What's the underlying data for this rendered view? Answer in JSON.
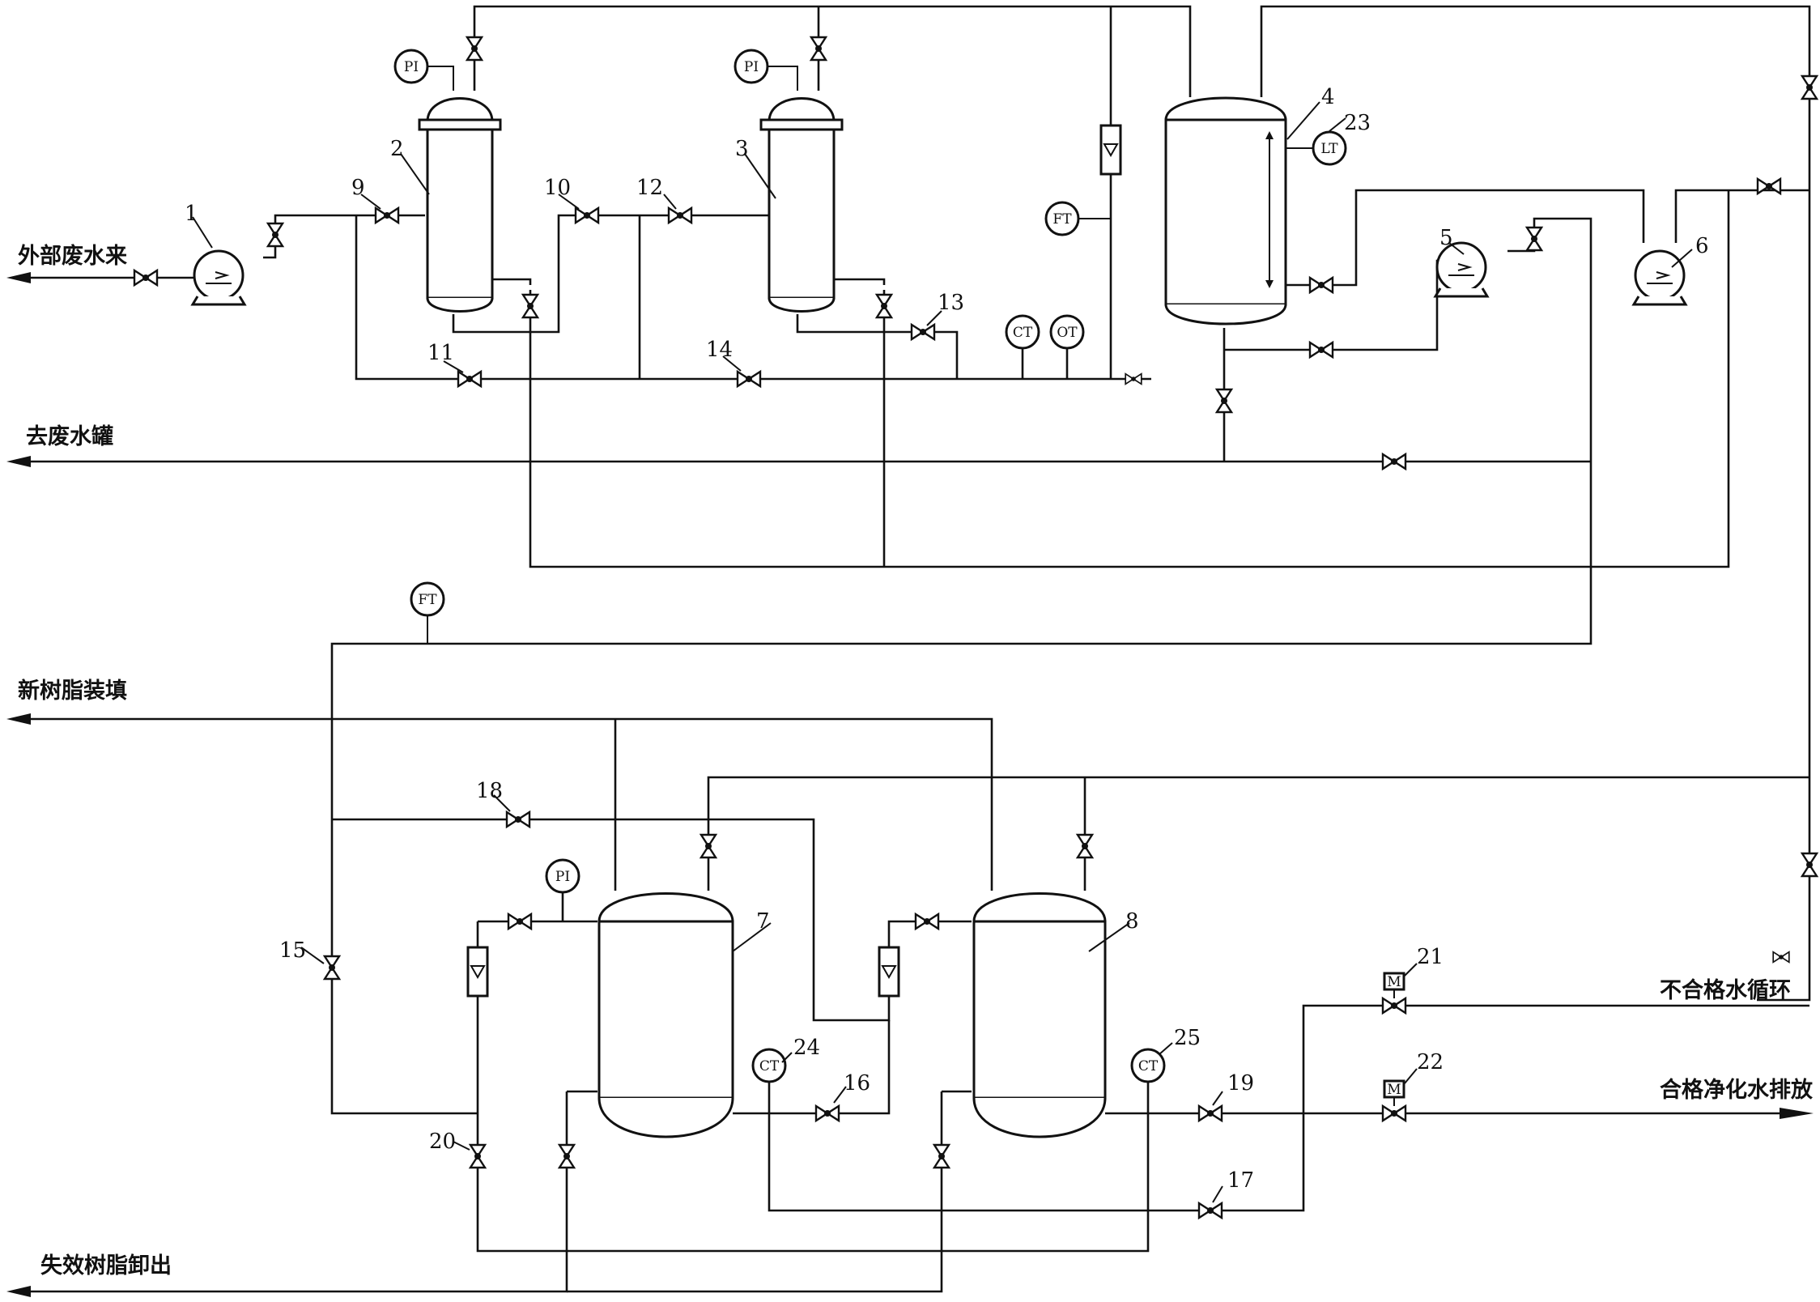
{
  "labels": {
    "external_wastewater": "外部废水来",
    "to_wastewater_tank": "去废水罐",
    "new_resin_loading": "新树脂装填",
    "spent_resin_unloading": "失效树脂卸出",
    "unqualified_water_recycle": "不合格水循环",
    "qualified_water_discharge": "合格净化水排放"
  },
  "instruments": {
    "pi": "PI",
    "ft": "FT",
    "ct": "CT",
    "ot": "OT",
    "lt": "LT",
    "m": "M"
  },
  "numbers": {
    "n1": "1",
    "n2": "2",
    "n3": "3",
    "n4": "4",
    "n5": "5",
    "n6": "6",
    "n7": "7",
    "n8": "8",
    "n9": "9",
    "n10": "10",
    "n11": "11",
    "n12": "12",
    "n13": "13",
    "n14": "14",
    "n15": "15",
    "n16": "16",
    "n17": "17",
    "n18": "18",
    "n19": "19",
    "n20": "20",
    "n21": "21",
    "n22": "22",
    "n23": "23",
    "n24": "24",
    "n25": "25"
  }
}
